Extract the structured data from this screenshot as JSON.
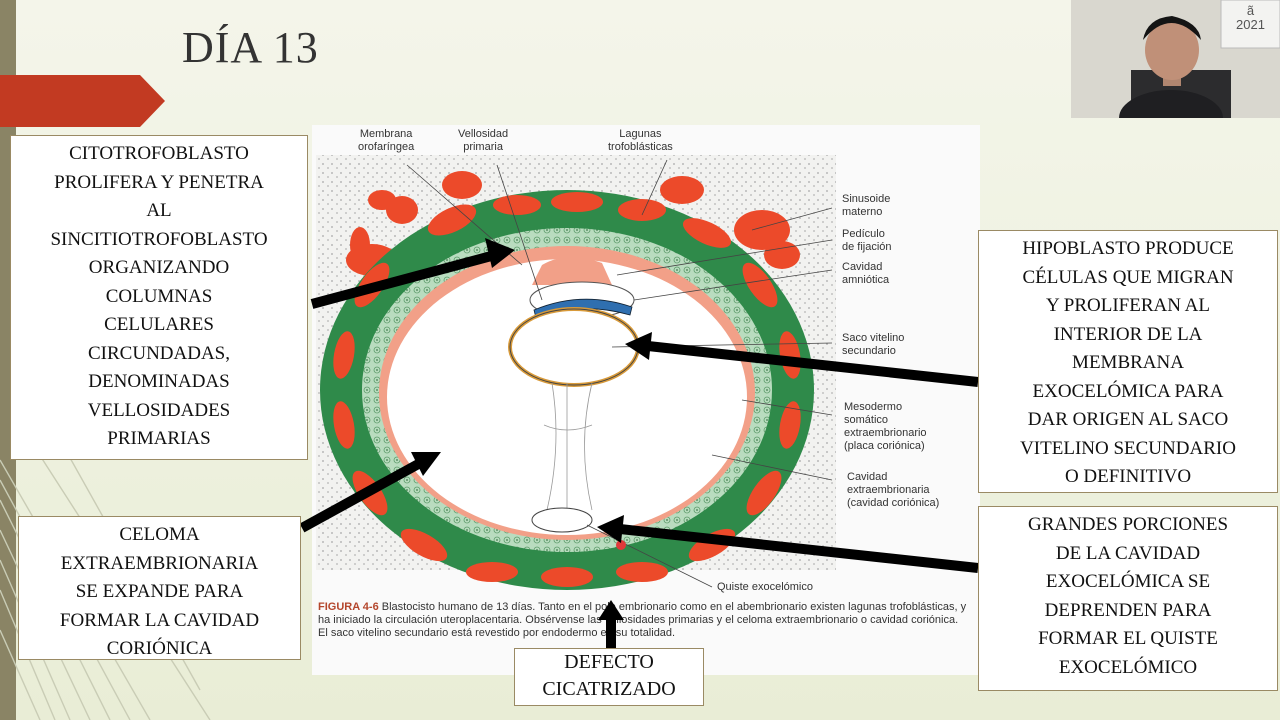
{
  "slide": {
    "title": "DÍA 13"
  },
  "figure": {
    "labels": {
      "membrana": "Membrana\norofaríngea",
      "vellosidad": "Vellosidad\nprimaria",
      "lagunas": "Lagunas\ntrofoblásticas",
      "sinusoide": "Sinusoide\nmaterno",
      "pediculo": "Pedículo\nde fijación",
      "cavidad_amniotica": "Cavidad\namniótica",
      "saco": "Saco vitelino\nsecundario",
      "mesodermo": "Mesodermo\nsomático\nextraembrionario\n(placa coriónica)",
      "cavidad_extra": "Cavidad\nextraembrionaria\n(cavidad coriónica)",
      "quiste": "Quiste exocelómico"
    },
    "caption_label": "FIGURA 4-6",
    "caption_text": "Blastocisto humano de 13 días. Tanto en el polo embrionario como en el abembrionario existen lagunas trofoblásticas, y ha iniciado la circulación uteroplacentaria. Obsérvense las vellosidades primarias y el celoma extraembrionario o cavidad coriónica. El saco vitelino secundario está revestido por endodermo en su totalidad."
  },
  "notes": {
    "citotrofoblasto": "CITOTROFOBLASTO\nPROLIFERA Y PENETRA\nAL\nSINCITIOTROFOBLASTO\nORGANIZANDO\nCOLUMNAS\nCELULARES\nCIRCUNDADAS,\nDENOMINADAS\nVELLOSIDADES\nPRIMARIAS",
    "celoma": "CELOMA\nEXTRAEMBRIONARIA\nSE EXPANDE PARA\nFORMAR LA CAVIDAD\nCORIÓNICA",
    "hipoblasto": "HIPOBLASTO PRODUCE\nCÉLULAS QUE MIGRAN\nY PROLIFERAN AL\nINTERIOR DE LA\nMEMBRANA\nEXOCELÓMICA PARA\nDAR ORIGEN AL SACO\nVITELINO SECUNDARIO\nO DEFINITIVO",
    "porciones": "GRANDES PORCIONES\nDE LA CAVIDAD\nEXOCELÓMICA SE\nDEPRENDEN PARA\nFORMAR EL QUISTE\nEXOCELÓMICO",
    "defecto": "DEFECTO\nCICATRIZADO"
  },
  "webcam": {
    "whiteboard_text": "ã\n2021"
  },
  "colors": {
    "ribbon": "#c23a22",
    "trophoblast_green": "#2f8a4a",
    "lacunae_red": "#ec4a2a",
    "mesoderm_pink": "#f2a088",
    "arrow": "#000000"
  }
}
